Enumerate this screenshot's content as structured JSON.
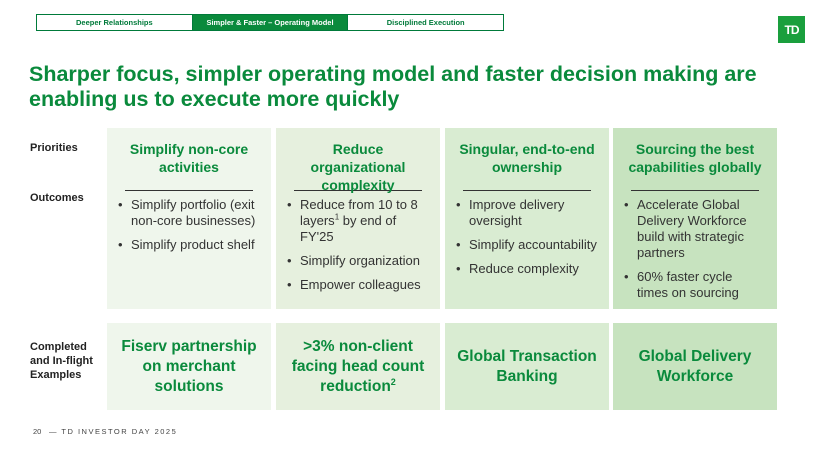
{
  "tabs": [
    "Deeper Relationships",
    "Simpler & Faster – Operating Model",
    "Disciplined Execution"
  ],
  "logo": "TD",
  "headline": "Sharper focus, simpler operating model and faster decision making are enabling us to execute more quickly",
  "row_labels": {
    "priorities": "Priorities",
    "outcomes": "Outcomes",
    "examples": "Completed and In-flight Examples"
  },
  "columns": [
    {
      "priority": "Simplify non-core activities",
      "outcomes": [
        "Simplify portfolio (exit non-core businesses)",
        "Simplify product shelf"
      ],
      "example": "Fiserv partnership on merchant solutions"
    },
    {
      "priority": "Reduce organizational complexity",
      "outcomes_1_main": "Reduce from 10 to 8 layers",
      "outcomes_1_sup": "1",
      "outcomes_1_tail": " by end of FY'25",
      "outcomes": [
        "Simplify organization",
        "Empower colleagues"
      ],
      "example_main": ">3% non-client facing head count reduction",
      "example_sup": "2"
    },
    {
      "priority": "Singular, end-to-end ownership",
      "outcomes": [
        "Improve delivery oversight",
        "Simplify accountability",
        "Reduce complexity"
      ],
      "example": "Global Transaction Banking"
    },
    {
      "priority": "Sourcing the best capabilities globally",
      "outcomes": [
        "Accelerate Global Delivery Workforce build with strategic partners",
        "60% faster cycle times on sourcing"
      ],
      "example": "Global Delivery Workforce"
    }
  ],
  "footer": {
    "page": "20",
    "text": "— TD INVESTOR DAY 2025"
  },
  "colors": {
    "brand_green": "#0a8a3c",
    "logo_green": "#1a9f3d",
    "card_1": "#eff6ec",
    "card_2": "#e6f0de",
    "card_3": "#d9ecd2",
    "card_4": "#c7e3bf"
  }
}
